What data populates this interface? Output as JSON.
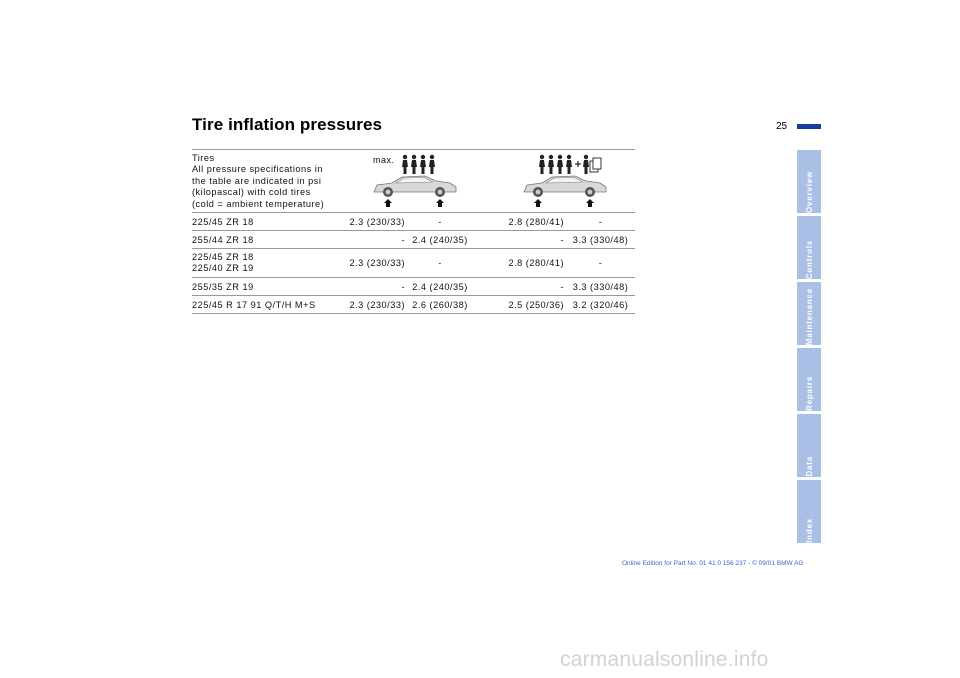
{
  "page": {
    "title": "Tire inflation pressures",
    "page_number": "25",
    "accent_color": "#1d3d9c",
    "tab_inactive_color": "#a9bfe6"
  },
  "tabs": [
    {
      "label": "Overview",
      "active": true
    },
    {
      "label": "Controls",
      "active": false
    },
    {
      "label": "Maintenance",
      "active": false
    },
    {
      "label": "Repairs",
      "active": false
    },
    {
      "label": "Data",
      "active": false
    },
    {
      "label": "Index",
      "active": false
    }
  ],
  "table": {
    "header_lines": [
      "Tires",
      "All pressure specifications in",
      "the table are indicated in psi",
      "(kilopascal) with cold tires",
      "(cold = ambient temperature)"
    ],
    "figure_normal_label": "max.",
    "rows": [
      {
        "tire": [
          "225/45 ZR 18"
        ],
        "v": [
          "2.3 (230/33)",
          "-",
          "2.8 (280/41)",
          "-"
        ]
      },
      {
        "tire": [
          "255/44 ZR 18"
        ],
        "v": [
          "-",
          "2.4 (240/35)",
          "-",
          "3.3 (330/48)"
        ]
      },
      {
        "tire": [
          "225/45 ZR 18",
          "225/40 ZR 19"
        ],
        "v": [
          "2.3 (230/33)",
          "-",
          "2.8 (280/41)",
          "-"
        ]
      },
      {
        "tire": [
          "255/35 ZR 19"
        ],
        "v": [
          "-",
          "2.4 (240/35)",
          "-",
          "3.3 (330/48)"
        ]
      },
      {
        "tire": [
          "225/45 R 17 91 Q/T/H M+S"
        ],
        "v": [
          "2.3 (230/33)",
          "2.6 (260/38)",
          "2.5 (250/36)",
          "3.2 (320/46)"
        ]
      }
    ]
  },
  "footer": {
    "edition": "Online Edition for Part No. 01 41 0 156 237 - © 09/01 BMW AG",
    "site": "carmanualsonline.info"
  }
}
